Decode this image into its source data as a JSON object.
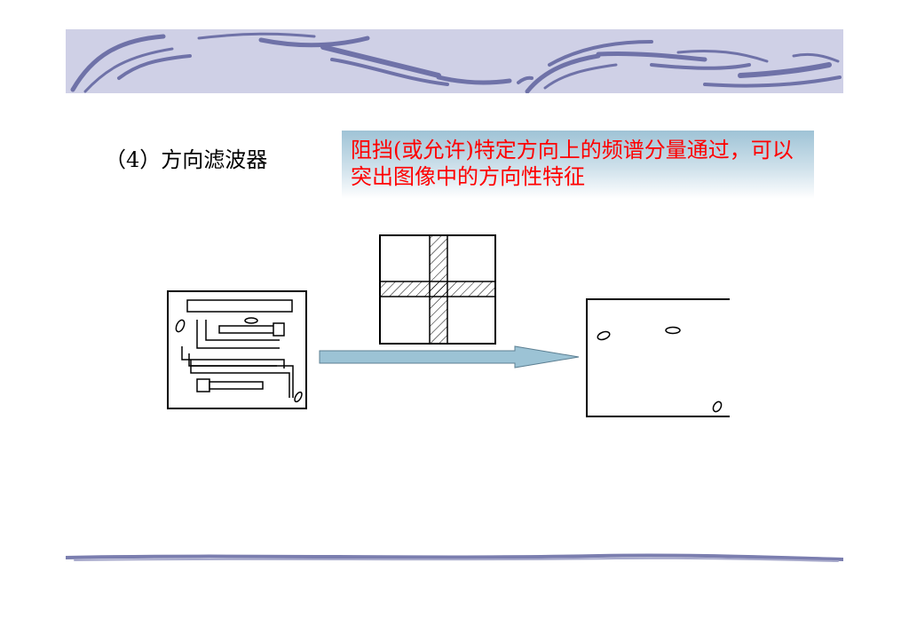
{
  "slide": {
    "heading": "（4）方向滤波器",
    "callout": "阻挡(或允许)特定方向上的频谱分量通过，可以突出图像中的方向性特征"
  },
  "figure": {
    "input_image": "input-pattern",
    "filter_mask": "cross-filter-mask",
    "output_image": "output-pattern",
    "arrow_color": "#9cc3d5"
  },
  "colors": {
    "banner_bg": "#cfd0e6",
    "banner_strokes": "#6f72a8",
    "callout_text": "#ff0000"
  }
}
